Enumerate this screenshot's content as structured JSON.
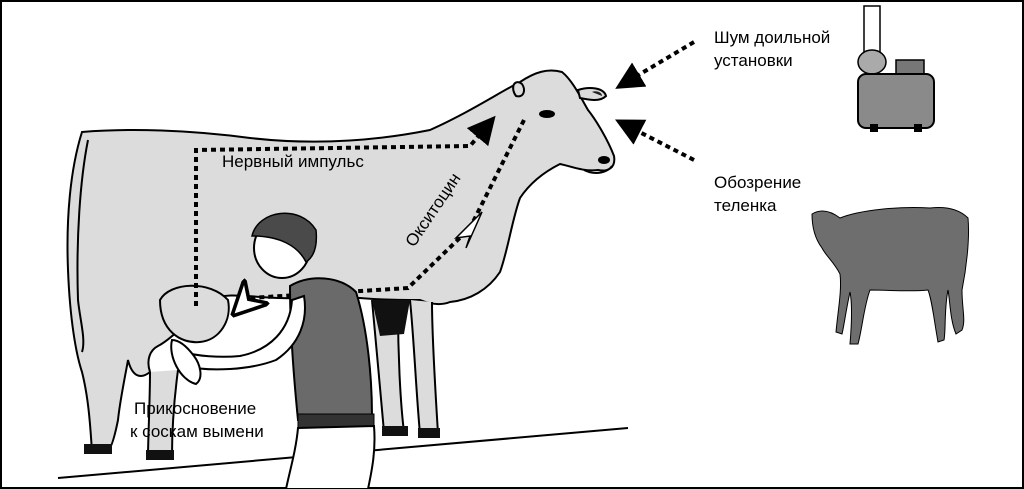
{
  "labels": {
    "milking_noise_line1": "Шум доильной",
    "milking_noise_line2": "установки",
    "calf_sight_line1": "Обозрение",
    "calf_sight_line2": "теленка",
    "nerve_impulse": "Нервный импульс",
    "oxytocin": "Окситоцин",
    "teat_touch_line1": "Прикосновение",
    "teat_touch_line2": "к соскам вымени"
  },
  "colors": {
    "cow_fill": "#dcdcdc",
    "calf_fill": "#6e6e6e",
    "shirt_fill": "#6a6a6a",
    "outline": "#000000",
    "arrow": "#000000"
  },
  "icons": [
    "cow",
    "calf",
    "milking-machine",
    "person",
    "arrow-head"
  ]
}
